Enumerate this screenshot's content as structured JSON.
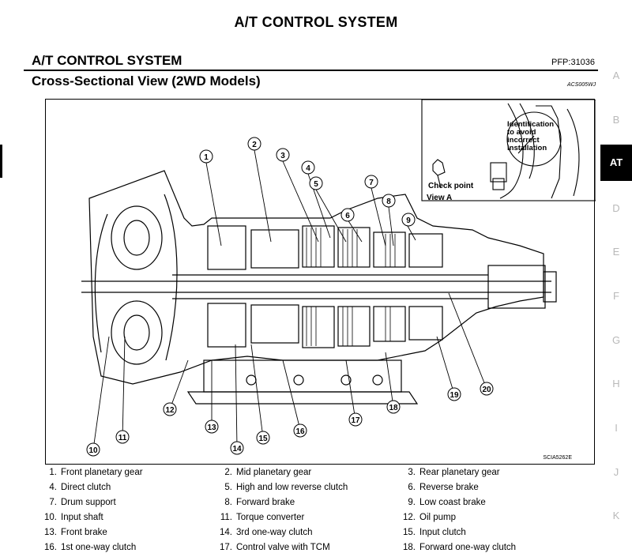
{
  "page_header": "A/T CONTROL SYSTEM",
  "section_title": "A/T CONTROL SYSTEM",
  "pfp_code": "PFP:31036",
  "subtitle": "Cross-Sectional View (2WD Models)",
  "acs_code": "ACS005WJ",
  "figure_code": "SCIA5262E",
  "inset": {
    "identification_note": [
      "Identification",
      "to avoid",
      "incorrect",
      "installation"
    ],
    "check_point": "Check point",
    "view_label": "View A"
  },
  "callout_numbers": [
    "1",
    "2",
    "3",
    "4",
    "5",
    "6",
    "7",
    "8",
    "9",
    "10",
    "11",
    "12",
    "13",
    "14",
    "15",
    "16",
    "17",
    "18",
    "19",
    "20"
  ],
  "side_tabs": [
    {
      "label": "A",
      "active": false
    },
    {
      "label": "B",
      "active": false
    },
    {
      "label": "AT",
      "active": true
    },
    {
      "label": "D",
      "active": false
    },
    {
      "label": "E",
      "active": false
    },
    {
      "label": "F",
      "active": false
    },
    {
      "label": "G",
      "active": false
    },
    {
      "label": "H",
      "active": false
    },
    {
      "label": "I",
      "active": false
    },
    {
      "label": "J",
      "active": false
    },
    {
      "label": "K",
      "active": false
    }
  ],
  "legend": [
    {
      "num": "1.",
      "text": "Front planetary gear"
    },
    {
      "num": "2.",
      "text": "Mid planetary gear"
    },
    {
      "num": "3.",
      "text": "Rear planetary gear"
    },
    {
      "num": "4.",
      "text": "Direct clutch"
    },
    {
      "num": "5.",
      "text": "High and low reverse clutch"
    },
    {
      "num": "6.",
      "text": "Reverse brake"
    },
    {
      "num": "7.",
      "text": "Drum support"
    },
    {
      "num": "8.",
      "text": "Forward brake"
    },
    {
      "num": "9.",
      "text": "Low coast brake"
    },
    {
      "num": "10.",
      "text": "Input shaft"
    },
    {
      "num": "11.",
      "text": "Torque converter"
    },
    {
      "num": "12.",
      "text": "Oil pump"
    },
    {
      "num": "13.",
      "text": "Front brake"
    },
    {
      "num": "14.",
      "text": "3rd one-way clutch"
    },
    {
      "num": "15.",
      "text": "Input clutch"
    },
    {
      "num": "16.",
      "text": "1st one-way clutch"
    },
    {
      "num": "17.",
      "text": "Control valve with TCM"
    },
    {
      "num": "18.",
      "text": "Forward one-way clutch"
    }
  ]
}
